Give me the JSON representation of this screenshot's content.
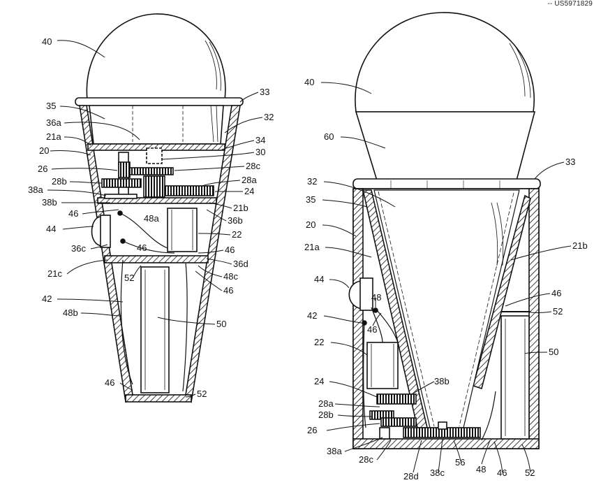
{
  "document": {
    "doc_id": "-- US5971829"
  },
  "figure_left": {
    "labels": {
      "l40": "40",
      "l35": "35",
      "l36a": "36a",
      "l21a": "21a",
      "l20": "20",
      "l26": "26",
      "l28b": "28b",
      "l38a": "38a",
      "l38b": "38b",
      "l46a": "46",
      "l44": "44",
      "l36c": "36c",
      "l21c": "21c",
      "l42": "42",
      "l48b": "48b",
      "l46e": "46",
      "l33": "33",
      "l32": "32",
      "l34": "34",
      "l30": "30",
      "l28c": "28c",
      "l28a": "28a",
      "l24": "24",
      "l21b": "21b",
      "l36b": "36b",
      "l48a": "48a",
      "l22": "22",
      "l46b": "46",
      "l46c": "46",
      "l36d": "36d",
      "l52a": "52",
      "l48c": "48c",
      "l46d": "46",
      "l50": "50",
      "l52b": "52"
    }
  },
  "figure_right": {
    "labels": {
      "l40": "40",
      "l60": "60",
      "l33": "33",
      "l32": "32",
      "l35": "35",
      "l20": "20",
      "l21a": "21a",
      "l21b": "21b",
      "l44": "44",
      "l48": "48",
      "l42": "42",
      "l46a": "46",
      "l46b": "46",
      "l52": "52",
      "l50": "50",
      "l22": "22",
      "l38b": "38b",
      "l24": "24",
      "l28a": "28a",
      "l28b": "28b",
      "l26": "26",
      "l38a": "38a",
      "l28c": "28c",
      "l28d": "28d",
      "l38c": "38c",
      "l56": "56",
      "l48b": "48",
      "l46c": "46",
      "l52b": "52"
    }
  }
}
